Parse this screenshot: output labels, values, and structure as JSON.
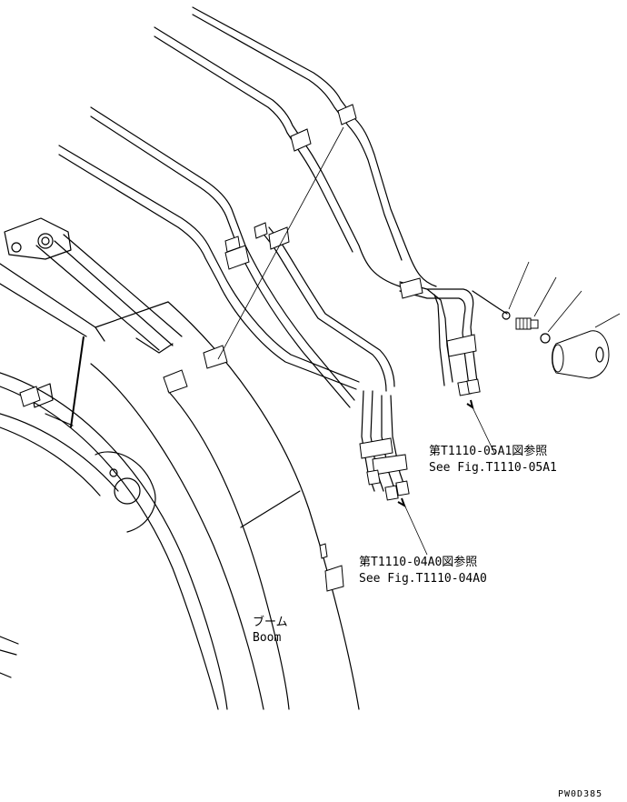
{
  "labels": {
    "ref_05a1_jp": "第T1110-05A1図参照",
    "ref_05a1_en": "See Fig.T1110-05A1",
    "ref_04a0_jp": "第T1110-04A0図参照",
    "ref_04a0_en": "See Fig.T1110-04A0",
    "boom_jp": "ブーム",
    "boom_en": "Boom",
    "drawing_code": "PW0D385"
  }
}
